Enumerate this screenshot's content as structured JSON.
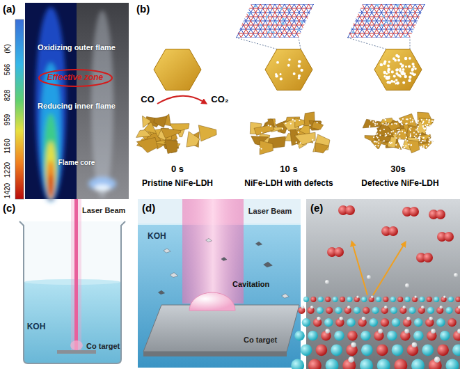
{
  "diagram": {
    "nodes": [
      {
        "text": [
          "Effective zone"
        ]
      }
    ],
    "labels": [
      "(a)",
      "(K)",
      "566",
      "828",
      "959",
      "1160",
      "1220",
      "1420",
      "Oxidizing outer flame",
      "Reducing inner flame",
      "Flame core",
      "(b)",
      "CO",
      "CO₂",
      "0 s",
      "10 s",
      "30s",
      "Pristine NiFe-LDH",
      "NiFe-LDH with defects",
      "Defective NiFe-LDH",
      "(c)",
      "Laser Beam",
      "KOH",
      "Co target",
      "(d)",
      "Laser Beam",
      "KOH",
      "Cavitation",
      "Co target",
      "(e)"
    ]
  }
}
